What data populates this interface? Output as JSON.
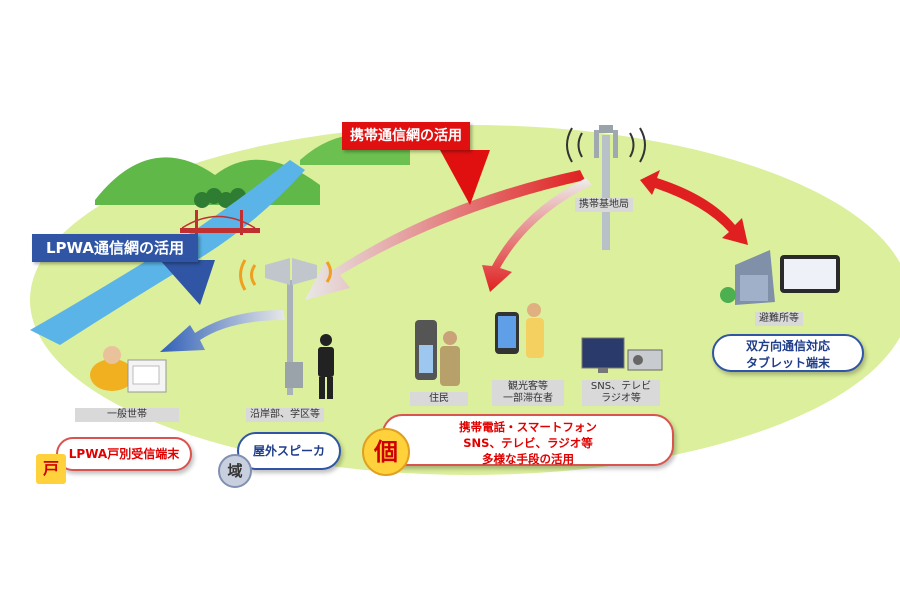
{
  "banners": {
    "mobile_network": "携帯通信網の活用",
    "lpwa_network": "LPWA通信網の活用"
  },
  "labels": {
    "base_station": "携帯基地局",
    "household": "一般世帯",
    "coastal": "沿岸部、学区等",
    "residents": "住民",
    "tourists_line1": "観光客等",
    "tourists_line2": "一部滞在者",
    "media_line1": "SNS、テレビ",
    "media_line2": "ラジオ等",
    "shelter": "避難所等"
  },
  "boxes": {
    "lpwa_receiver": "LPWA戸別受信端末",
    "outdoor_speaker": "屋外スピーカ",
    "multi_line1": "携帯電話・スマートフォン",
    "multi_line2": "SNS、テレビ、ラジオ等",
    "multi_line3": "多様な手段の活用",
    "tablet_line1": "双方向通信対応",
    "tablet_line2": "タブレット端末"
  },
  "badges": {
    "door": "戸",
    "area": "域",
    "individual": "個"
  },
  "colors": {
    "ground": "#dcef9c",
    "hill": "#5fb848",
    "river": "#5ab4e8",
    "red_arrow": "#e02020",
    "blue_banner": "#2f55a4",
    "red_banner": "#e01010",
    "badge_yellow": "#ffd23c"
  }
}
